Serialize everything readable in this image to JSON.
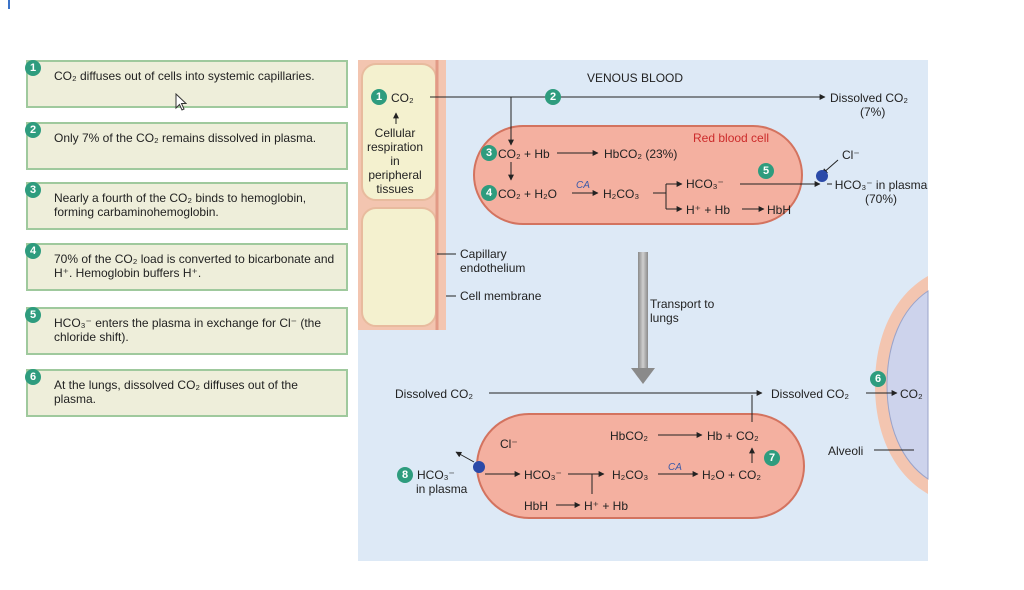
{
  "steps": [
    {
      "num": "1",
      "text": "CO₂ diffuses out of cells into systemic capillaries."
    },
    {
      "num": "2",
      "text": "Only 7% of the CO₂ remains dissolved in plasma."
    },
    {
      "num": "3",
      "text": "Nearly a fourth of the CO₂ binds to hemoglobin, forming carbaminohemoglobin."
    },
    {
      "num": "4",
      "text": "70% of the CO₂ load is converted to bicarbonate and H⁺. Hemoglobin buffers H⁺."
    },
    {
      "num": "5",
      "text": "HCO₃⁻ enters the plasma in exchange for Cl⁻ (the chloride shift)."
    },
    {
      "num": "6",
      "text": "At the lungs, dissolved CO₂ diffuses out of the plasma."
    }
  ],
  "tissue": {
    "co2": "CO₂",
    "cellular_respiration": "Cellular respiration in peripheral tissues"
  },
  "venous": {
    "title": "VENOUS BLOOD",
    "rbc_label": "Red blood cell",
    "dissolved_co2": "Dissolved CO₂",
    "dissolved_pct": "(7%)",
    "eq3_left": "CO₂ + Hb",
    "eq3_right": "HbCO₂ (23%)",
    "eq4_left": "CO₂ + H₂O",
    "eq4_ca": "CA",
    "eq4_mid": "H₂CO₃",
    "eq4_top": "HCO₃⁻",
    "eq4_bottom": "H⁺ + Hb",
    "eq4_hbh": "HbH",
    "cl": "Cl⁻",
    "hco3_plasma": "HCO₃⁻ in plasma (70%)"
  },
  "labels": {
    "capillary_endothelium": "Capillary endothelium",
    "cell_membrane": "Cell membrane",
    "transport": "Transport to lungs",
    "alveoli": "Alveoli"
  },
  "arterial": {
    "dissolved_left": "Dissolved CO₂",
    "dissolved_right": "Dissolved CO₂",
    "co2_out": "CO₂",
    "hbco2": "HbCO₂",
    "hb_co2": "Hb + CO₂",
    "cl": "Cl⁻",
    "hco3_plasma_1": "HCO₃⁻",
    "hco3_plasma_2": "in plasma",
    "hco3_cell": "HCO₃⁻",
    "h2co3": "H₂CO₃",
    "ca": "CA",
    "h2o_co2": "H₂O + CO₂",
    "hbh": "HbH",
    "h_hb": "H⁺ + Hb"
  },
  "markers": {
    "n1": "1",
    "n2": "2",
    "n3": "3",
    "n4": "4",
    "n5": "5",
    "n6": "6",
    "n7": "7",
    "n8": "8"
  },
  "colors": {
    "step_fill": "#eeeeda",
    "step_border": "#9fc99d",
    "badge": "#2e9c7e",
    "blood_bg": "#dde9f6",
    "rbc_fill": "#f4b0a0",
    "rbc_stroke": "#d3735f",
    "tissue_fill": "#f4f1cf",
    "tissue_border": "#e8bb9e",
    "carrier": "#2b4aa8"
  }
}
